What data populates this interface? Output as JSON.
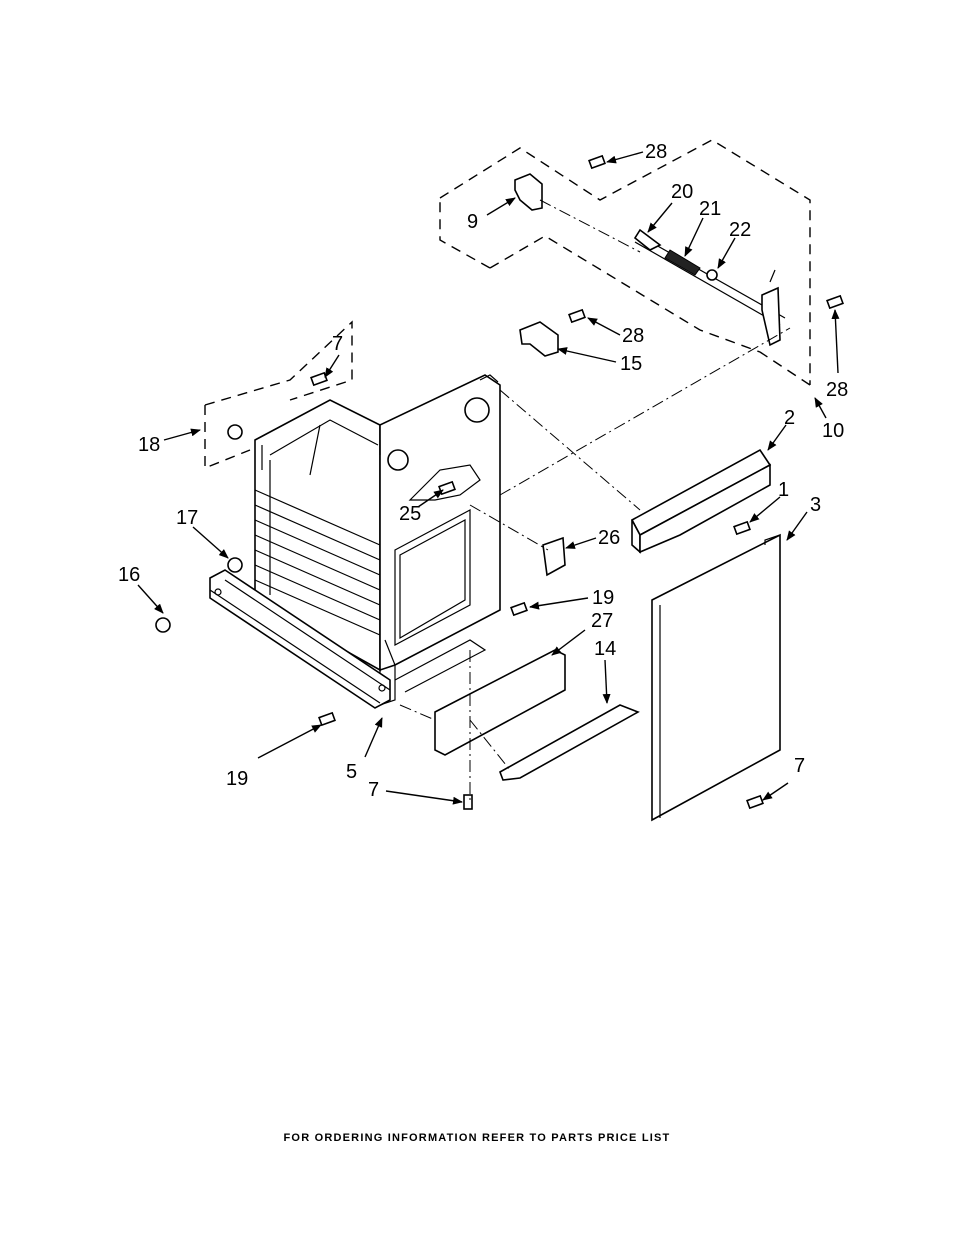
{
  "footer_text": "FOR ORDERING INFORMATION REFER TO PARTS PRICE LIST",
  "callouts": {
    "c28a": "28",
    "c9": "9",
    "c20": "20",
    "c21": "21",
    "c22": "22",
    "c28b": "28",
    "c15": "15",
    "c28c": "28",
    "c10": "10",
    "c7a": "7",
    "c18": "18",
    "c2": "2",
    "c1": "1",
    "c3": "3",
    "c25": "25",
    "c26": "26",
    "c17": "17",
    "c16": "16",
    "c19a": "19",
    "c27": "27",
    "c14": "14",
    "c19b": "19",
    "c5": "5",
    "c7b": "7",
    "c7c": "7"
  }
}
